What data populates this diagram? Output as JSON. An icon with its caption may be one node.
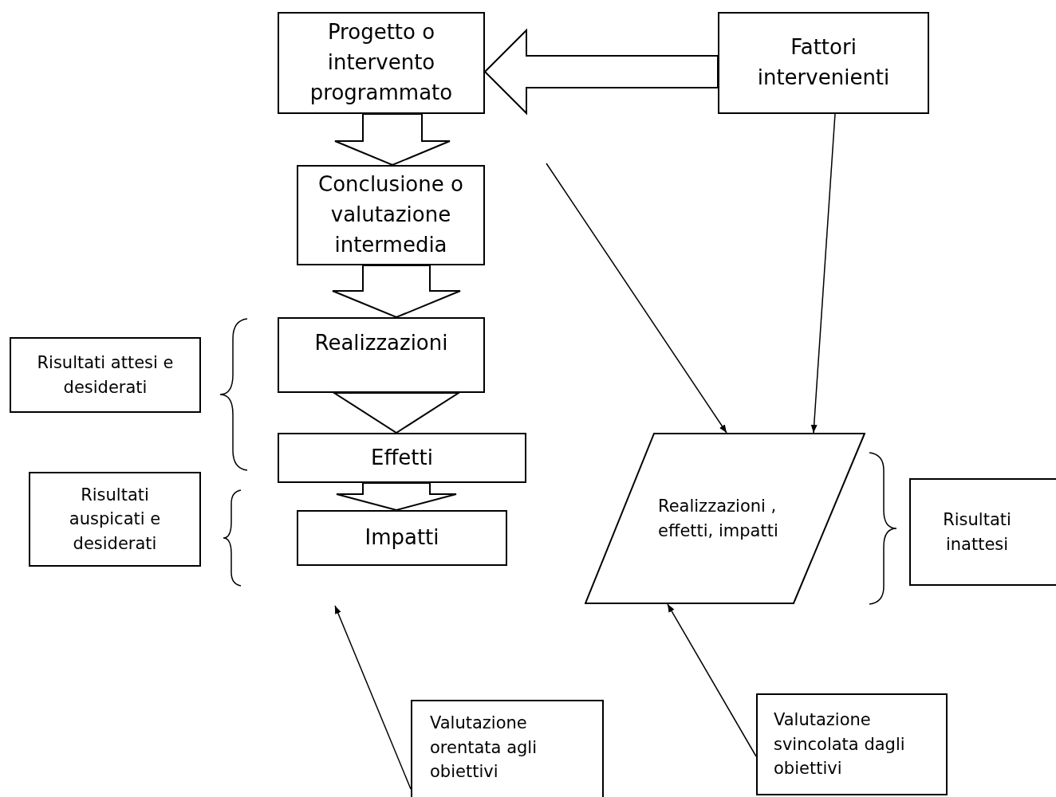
{
  "diagram": {
    "nodes": [
      {
        "text": [
          "Progetto o intervento programmato"
        ]
      },
      {
        "text": [
          "Fattori intervenienti"
        ]
      },
      {
        "text": [
          "Conclusione o valutazione intermedia"
        ]
      },
      {
        "text": [
          "Realizzazioni"
        ]
      },
      {
        "text": [
          "Effetti"
        ]
      },
      {
        "text": [
          "Impatti"
        ]
      },
      {
        "text": [
          "Risultati attesi e desiderati"
        ]
      },
      {
        "text": [
          "Risultati auspicati e desiderati"
        ]
      },
      {
        "text": [
          "Realizzazioni , effetti, impatti"
        ]
      },
      {
        "text": [
          "Risultati inattesi"
        ]
      },
      {
        "text": [
          "Valutazione orentata agli obiettivi"
        ]
      },
      {
        "text": [
          "Valutazione svincolata dagli obiettivi"
        ]
      }
    ],
    "edges": [
      {
        "from": 1,
        "to": 0,
        "arrow": "to"
      },
      {
        "from": 0,
        "to": 2,
        "arrow": "to"
      },
      {
        "from": 2,
        "to": 3,
        "arrow": "to"
      },
      {
        "from": 3,
        "to": 4,
        "arrow": "to"
      },
      {
        "from": 4,
        "to": 5,
        "arrow": "to"
      },
      {
        "from": null,
        "to": 8,
        "arrow": "to"
      },
      {
        "from": 1,
        "to": 8,
        "arrow": "to"
      },
      {
        "from": 10,
        "to": null,
        "arrow": "to"
      },
      {
        "from": 11,
        "to": 8,
        "arrow": "to"
      }
    ]
  }
}
